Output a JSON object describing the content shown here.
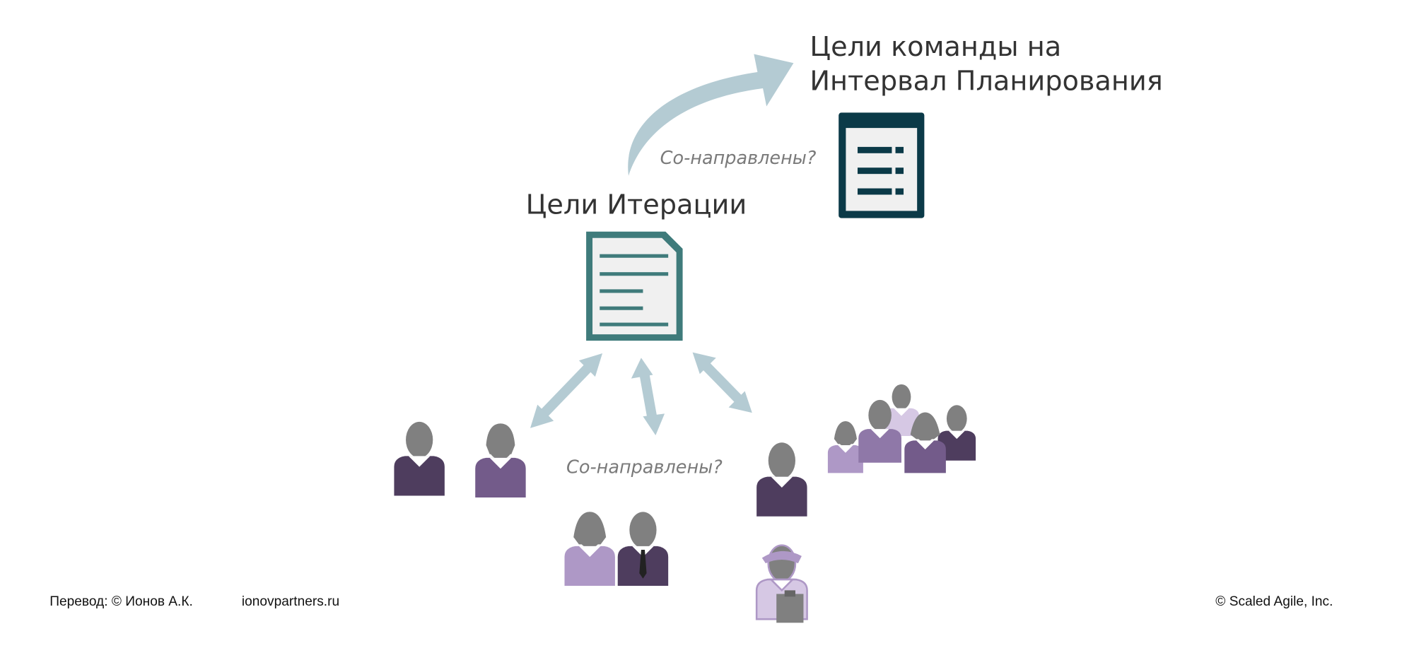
{
  "team_goals_title": {
    "line1": "Цели команды на",
    "line2": "Интервал Планирования"
  },
  "iteration_goals_title": "Цели Итерации",
  "aligned_question_top": "Со-направлены?",
  "aligned_question_bottom": "Со-направлены?",
  "footer": {
    "translation": "Перевод: © Ионов А.К.",
    "site": "ionovpartners.ru",
    "copyright": "© Scaled Agile,  Inc."
  },
  "colors": {
    "arrow": "#b4cbd3",
    "pi_doc": "#0b3a48",
    "iter_doc": "#3f7b7b",
    "head": "#808080",
    "purple_dark": "#4e3d5e",
    "purple_mid": "#735b8a",
    "purple_light": "#ae98c6"
  }
}
